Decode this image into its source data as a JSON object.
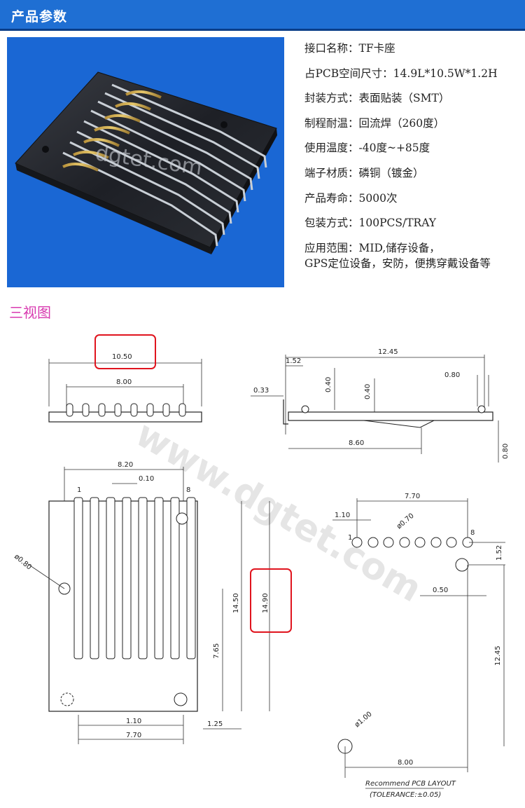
{
  "header": {
    "title": "产品参数"
  },
  "photo": {
    "watermark": "dgtet.com",
    "background": "#1a67d4"
  },
  "specs": [
    "接口名称：TF卡座",
    "占PCB空间尺寸：14.9L*10.5W*1.2H",
    "封装方式：表面贴装（SMT）",
    "制程耐温：回流焊（260度）",
    "使用温度：-40度~+85度",
    "端子材质：磷铜（镀金）",
    "产品寿命：5000次",
    "包装方式：100PCS/TRAY"
  ],
  "application": {
    "line1": "应用范围：MID,储存设备，",
    "line2": "GPS定位设备，安防，便携穿戴设备等"
  },
  "views_title": "三视图",
  "drawing": {
    "watermark": "www.dgtet.com",
    "front": {
      "width": "10.50",
      "pitch_span": "8.00"
    },
    "side": {
      "len": "12.45",
      "a": "1.52",
      "b": "0.40",
      "c": "0.40",
      "d": "0.80",
      "e": "0.33",
      "f": "8.60",
      "g": "0.80"
    },
    "top": {
      "w1": "8.20",
      "w2": "0.10",
      "pin1": "1",
      "pin8": "8",
      "hole": "ø0.80",
      "l1": "14.50",
      "l2": "14.90",
      "l3": "7.65",
      "b1": "1.10",
      "b2": "1.25",
      "b3": "7.70"
    },
    "layout": {
      "w": "7.70",
      "p": "1.10",
      "hole": "ø0.70",
      "pin1": "1",
      "pin8": "8",
      "h1": "1.52",
      "h2": "0.50",
      "h3": "12.45",
      "big_hole": "ø1.00",
      "bw": "8.00",
      "caption1": "Recommend PCB LAYOUT",
      "caption2": "(TOLERANCE:±0.05)"
    }
  }
}
